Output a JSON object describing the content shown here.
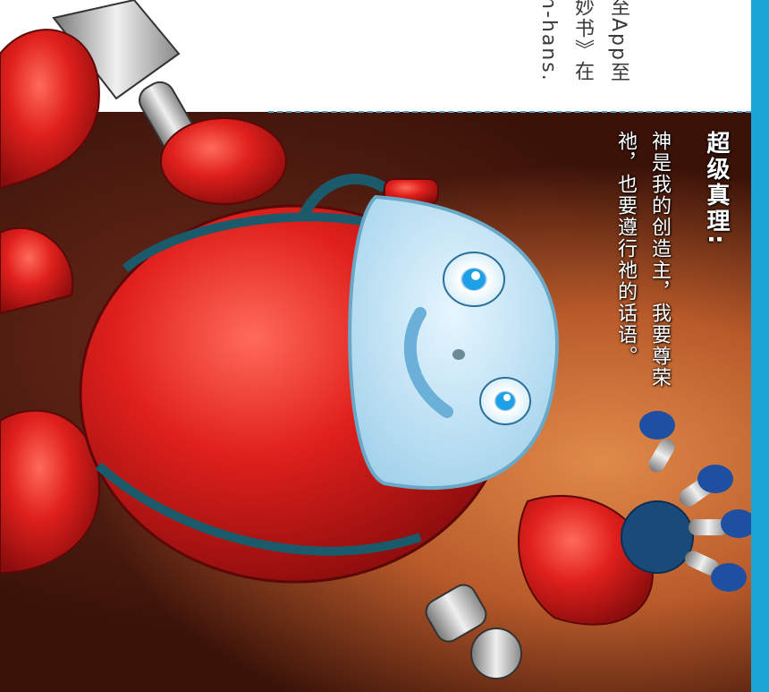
{
  "side_text": {
    "line1": "至App至",
    "line2": "妙书》在",
    "line3": "n-hans."
  },
  "verse": {
    "title": "超级真理:",
    "line1": "神是我的创造主，我要尊荣",
    "line2": "祂，也要遵行祂的话语。"
  },
  "colors": {
    "accent": "#1aa7d8",
    "robot_red": "#d81d1d",
    "robot_face": "#bfe3f4",
    "background_dark": "#5a1e10"
  }
}
